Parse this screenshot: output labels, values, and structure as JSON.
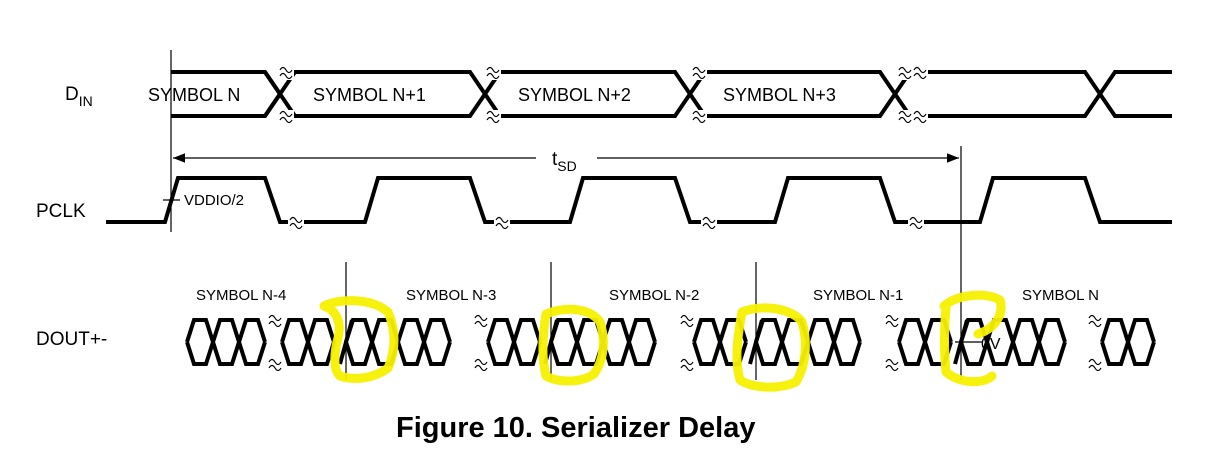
{
  "signals": {
    "din": {
      "main": "D",
      "sub": "IN"
    },
    "pclk": "PCLK",
    "dout": "DOUT+-"
  },
  "din_symbols": [
    "SYMBOL N",
    "SYMBOL N+1",
    "SYMBOL N+2",
    "SYMBOL N+3"
  ],
  "dout_symbols": [
    "SYMBOL N-4",
    "SYMBOL N-3",
    "SYMBOL N-2",
    "SYMBOL N-1",
    "SYMBOL N"
  ],
  "timing": {
    "main": "t",
    "sub": "SD"
  },
  "pclk_threshold": "VDDIO/2",
  "dout_threshold": "0V",
  "caption": "Figure 10.  Serializer Delay",
  "highlight_color": "#f6f000"
}
